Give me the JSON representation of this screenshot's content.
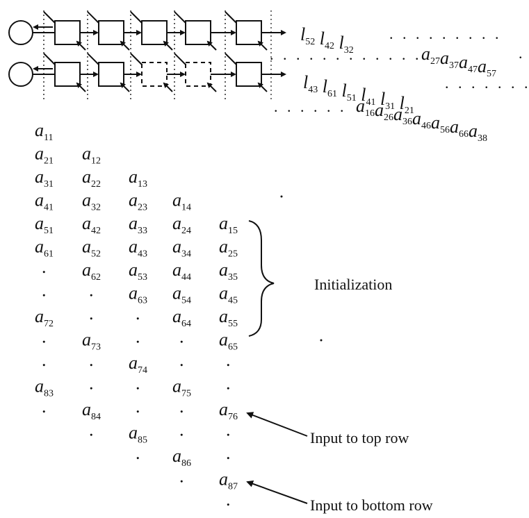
{
  "top_output": "l52 l42 l32",
  "top_input": "a27 a37 a47 a57",
  "bottom_output": "l43 l61 l51 l41 l31 l21",
  "bottom_input": "a16 a26 a36 a46 a56 a66 a38",
  "matrix_columns": [
    [
      "a11",
      "a21",
      "a31",
      "a41",
      "a51",
      "a61",
      ".",
      ".",
      "a72",
      ".",
      ".",
      "a83",
      "."
    ],
    [
      "a12",
      "a22",
      "a32",
      "a42",
      "a52",
      "a62",
      ".",
      ".",
      "a73",
      ".",
      ".",
      "a84",
      "."
    ],
    [
      "a13",
      "a23",
      "a33",
      "a43",
      "a53",
      "a63",
      ".",
      ".",
      "a74",
      ".",
      ".",
      "a85",
      "."
    ],
    [
      "a14",
      "a24",
      "a34",
      "a44",
      "a54",
      "a64",
      ".",
      ".",
      "a75",
      ".",
      ".",
      "a86",
      "."
    ],
    [
      "a15",
      "a25",
      "a35",
      "a45",
      "a55",
      "a65",
      ".",
      ".",
      "a76",
      ".",
      ".",
      "a87",
      "."
    ]
  ],
  "labels": {
    "initialization": "Initialization",
    "input_top": "Input to top row",
    "input_bottom": "Input to bottom row"
  }
}
